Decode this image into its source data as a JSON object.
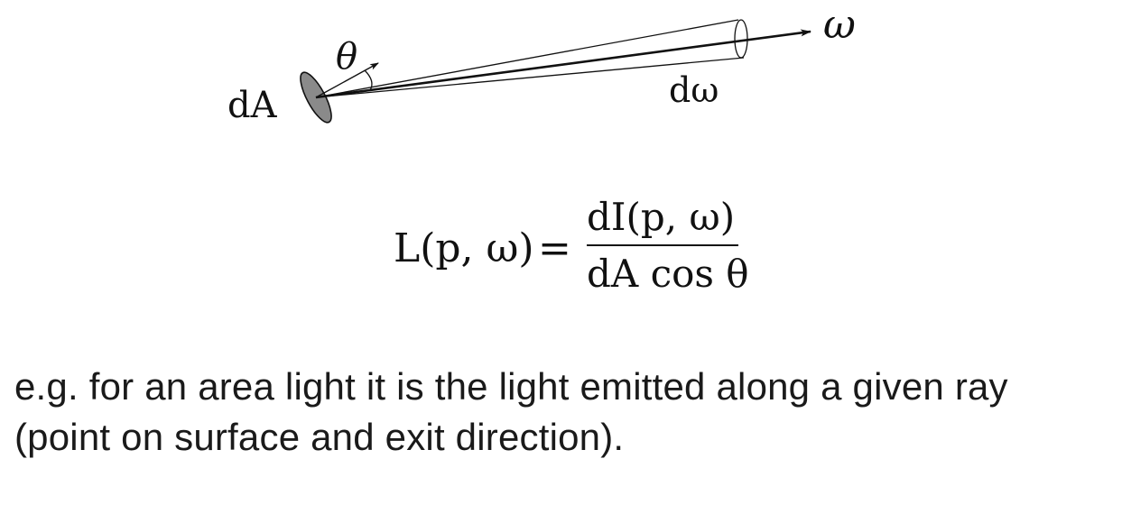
{
  "figure": {
    "labels": {
      "theta": "θ",
      "area": "dA",
      "solid_angle": "dω",
      "direction": "ω"
    },
    "colors": {
      "surface_patch": "#8a8a8a",
      "ink": "#111111"
    }
  },
  "equation": {
    "lhs": "L(p, ω)",
    "equals": "=",
    "numerator": "dI(p, ω)",
    "denominator": "dA cos θ"
  },
  "caption": {
    "line1": "e.g. for an area light it is the light emitted along a given ray",
    "line2": "(point on surface and exit direction)."
  }
}
